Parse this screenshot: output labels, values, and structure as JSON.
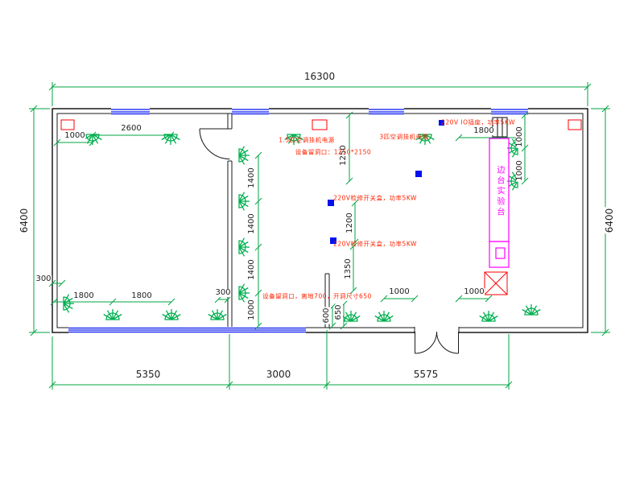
{
  "dims": {
    "total_width": "16300",
    "height_left": "6400",
    "height_right": "6400",
    "bottom": [
      "5350",
      "3000",
      "5575"
    ],
    "top_left_a": "1000",
    "top_left_b": "2600",
    "top_right": "1800",
    "right_col": [
      "1000",
      "1000"
    ],
    "mid_col": [
      "1400",
      "1400",
      "1400",
      "1000"
    ],
    "v1250": "1250",
    "v1200": "1200",
    "v1350": "1350",
    "v600": "600",
    "v650": "650",
    "left_300": "300",
    "bottom_left": [
      "1800",
      "1800"
    ],
    "mid_300": "300",
    "bottom_right": [
      "1000",
      "1000"
    ]
  },
  "annotations": {
    "ac_15": "1.5匹空调挂机电源",
    "device_hole_top": "设备留洞口：1250*2150",
    "ac_3": "3匹空调挂机电源",
    "socket_io": "220V IO插座，功率5KW",
    "switch_box_1": "220V检修开关盒，功率5KW",
    "switch_box_2": "220V检修开关盒，功率5KW",
    "device_hole_bottom": "设备留洞口，离地700，开洞尺寸650",
    "bench_label": "边台实验台"
  },
  "colors": {
    "dimension_green": "#00a642",
    "lamp_green": "#00b050",
    "annotation_red": "#ff2200",
    "bench_magenta": "#ff00ff",
    "window_blue": "#0011ee",
    "wall_black": "#1a1a1a"
  }
}
